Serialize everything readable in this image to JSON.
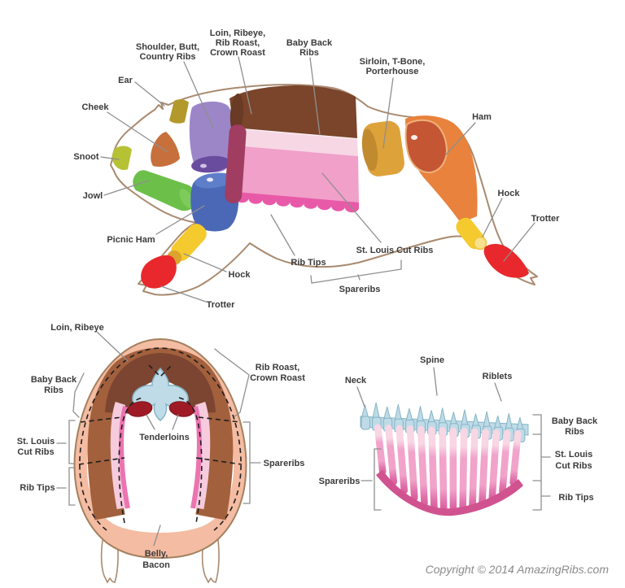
{
  "colors": {
    "body_outline": "#a98a6f",
    "leader_line": "#8f8f8f",
    "label_text": "#3b3b3b",
    "ear": "#b3992b",
    "cheek": "#c7703c",
    "snoot": "#b6c234",
    "jowl": "#6cc04a",
    "shoulder_butt": "#9c86c8",
    "shoulder_butt_dark": "#6a4c9f",
    "picnic_ham": "#4a68b5",
    "picnic_ham_light": "#5f7ec9",
    "hock": "#f5ca2e",
    "hock_knob": "#dca32f",
    "trotter": "#e8282c",
    "loin_brown": "#7a452b",
    "baby_back_band": "#f8d7e5",
    "rib_slab_pink": "#f0a0c9",
    "rib_tips_scallop": "#e85aa8",
    "slab_cut_face": "#a23d62",
    "sirloin": "#dda23a",
    "sirloin_dark": "#c18a2f",
    "ham": "#e8823c",
    "ham_dark": "#c45634",
    "peach_ring": "#f4bca2",
    "arch_brown": "#a2603d",
    "arch_dark_brown": "#7b4531",
    "lining_light_pink": "#f6cbdd",
    "lining_deep_pink": "#ec74b1",
    "spine_blue": "#bedbe7",
    "spine_stroke": "#86b4c6",
    "tenderloin_red": "#9e1b26",
    "rib_light": "#f8d6e4",
    "rib_mid": "#f1a3ca",
    "rib_dark": "#e070aa",
    "rib_sweep": "#d05390",
    "copyright_text": "#8a8a8a"
  },
  "side_view": {
    "labels": {
      "shoulder": [
        "Shoulder, Butt,",
        "Country Ribs"
      ],
      "loin": [
        "Loin, Ribeye,",
        "Rib Roast,",
        "Crown Roast"
      ],
      "baby_back": [
        "Baby Back",
        "Ribs"
      ],
      "sirloin": [
        "Sirloin, T-Bone,",
        "Porterhouse"
      ],
      "ear": "Ear",
      "cheek": "Cheek",
      "snoot": "Snoot",
      "jowl": "Jowl",
      "picnic_ham": "Picnic Ham",
      "front_hock": "Hock",
      "front_trotter": "Trotter",
      "rib_tips": "Rib Tips",
      "st_louis": "St. Louis Cut Ribs",
      "spareribs": "Spareribs",
      "ham": "Ham",
      "rear_hock": "Hock",
      "rear_trotter": "Trotter"
    }
  },
  "cross_section": {
    "labels": {
      "loin_ribeye": "Loin, Ribeye",
      "baby_back": [
        "Baby Back",
        "Ribs"
      ],
      "st_louis": [
        "St. Louis",
        "Cut Ribs"
      ],
      "rib_tips": "Rib Tips",
      "tenderloins": "Tenderloins",
      "rib_roast": [
        "Rib Roast,",
        "Crown Roast"
      ],
      "spareribs": "Spareribs",
      "belly": [
        "Belly,",
        "Bacon"
      ]
    }
  },
  "rib_rack": {
    "labels": {
      "neck": "Neck",
      "spine": "Spine",
      "riblets": "Riblets",
      "baby_back": [
        "Baby Back",
        "Ribs"
      ],
      "st_louis": [
        "St. Louis",
        "Cut Ribs"
      ],
      "rib_tips": "Rib Tips",
      "spareribs": "Spareribs"
    }
  },
  "footer": {
    "copyright": "Copyright © 2014 AmazingRibs.com"
  }
}
